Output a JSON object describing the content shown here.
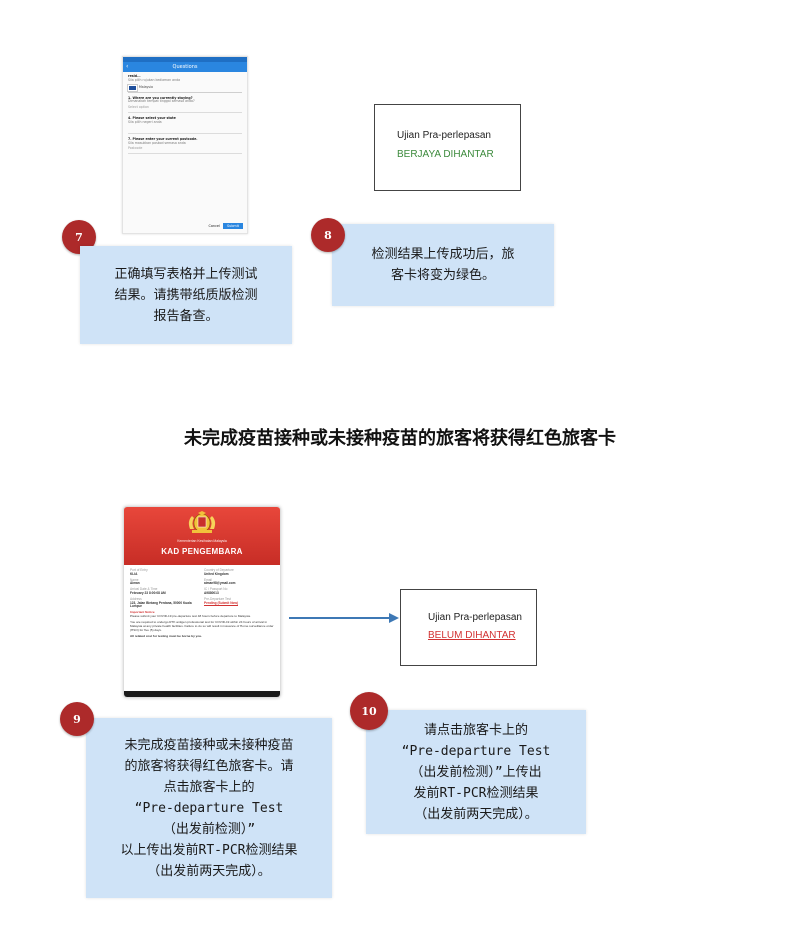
{
  "form_screen": {
    "app_title": "Questions",
    "q0_tail": "resid...",
    "q0_sub": "Sila pilih rujukan kediaman anda",
    "country_value": "Malaysia",
    "q1": "1. Where are you currently staying?",
    "q1_sub": "Dimanakah tempat tinggal semasa anda?",
    "q1_placeholder": "Select option",
    "q2": "4. Please select your state",
    "q2_sub": "Sila pilih negeri anda",
    "q3": "7. Please enter your current postcode.",
    "q3_sub": "Sila masukkan poskod semasa anda",
    "q3_placeholder": "Postcode",
    "cancel_label": "Cancel",
    "submit_label": "Submit"
  },
  "step7": {
    "number": "7",
    "text": "正确填写表格并上传测试\n结果。请携带纸质版检测\n报告备查。"
  },
  "step8": {
    "number": "8",
    "text": "检测结果上传成功后，旅\n客卡将变为绿色。"
  },
  "status_sent": {
    "title": "Ujian Pra-perlepasan",
    "status": "BERJAYA DIHANTAR",
    "status_color": "#3c8a3c"
  },
  "heading": "未完成疫苗接种或未接种疫苗的旅客将获得红色旅客卡",
  "travel_card": {
    "ministry": "Kementerian Kesihatan Malaysia",
    "title": "KAD PENGEMBARA",
    "fields": [
      {
        "label": "Port of Entry",
        "value": "KLIA"
      },
      {
        "label": "Country of Departure",
        "value": "United Kingdom"
      },
      {
        "label": "Name",
        "value": "Aiman"
      },
      {
        "label": "Email",
        "value": "aiman98@ymail.com"
      },
      {
        "label": "Arrival Date & Time",
        "value": "February 23 8:00:08 AM"
      },
      {
        "label": "IC / Passport No",
        "value": "A9880013"
      },
      {
        "label": "Address",
        "value": "123, Jalan Bintang Perdana, 50000 Kuala Lumpur"
      },
      {
        "label": "Pre-Departure Test",
        "value": "Pending (Submit Now)"
      }
    ],
    "notice_title": "Important Notice",
    "notice_1": "Please submit your COVID-19 pre-departure test 48 hours before departure to Malaysia.",
    "notice_2": "You are required to undergo RTK antigen professional test for COVID-19 within 24 hours of arrival in Malaysia at any private health facilities. Failure to do so will result in issuance of Home surveillance order (HSO) for five (5) days.",
    "notice_3": "All related cost for testing must be borne by you.",
    "header_color": "#d63a31"
  },
  "status_pending": {
    "title": "Ujian Pra-perlepasan",
    "status": "BELUM DIHANTAR",
    "status_color": "#d23232"
  },
  "step9": {
    "number": "9",
    "text": "未完成疫苗接种或未接种疫苗\n的旅客将获得红色旅客卡。请\n点击旅客卡上的\n“Pre-departure Test\n（出发前检测）”\n以上传出发前RT-PCR检测结果\n（出发前两天完成）。"
  },
  "step10": {
    "number": "10",
    "text": "请点击旅客卡上的\n“Pre-departure Test\n（出发前检测）”上传出\n发前RT-PCR检测结果\n（出发前两天完成）。"
  },
  "colors": {
    "badge": "#ad2a2a",
    "note_bg": "#cfe3f7",
    "arrow": "#3d78b5"
  }
}
